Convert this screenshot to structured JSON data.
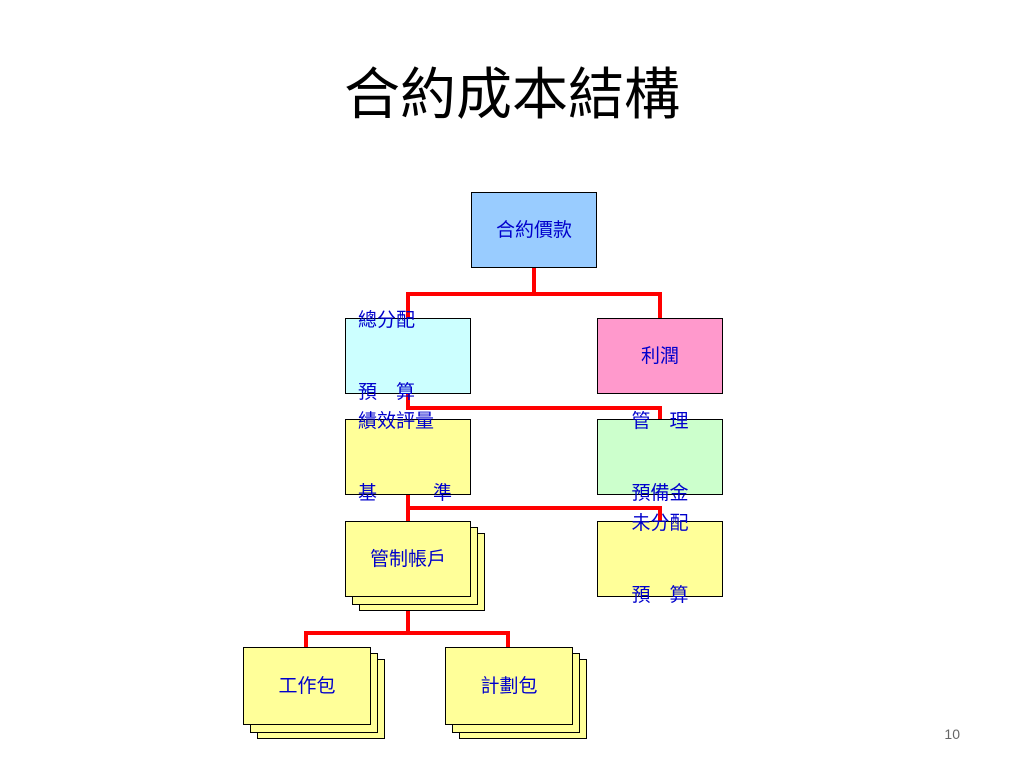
{
  "title": "合約成本結構",
  "page_number": "10",
  "colors": {
    "connector": "#ff0000",
    "blue_node": "#99ccff",
    "cyan_node": "#ccffff",
    "pink_node": "#ff99cc",
    "yellow_node": "#ffff99",
    "green_node": "#ccffcc",
    "node_text": "#0000cc"
  },
  "nodes": {
    "contract_price": "合約價款",
    "total_budget_line1": "總分配",
    "total_budget_line2": "預　算",
    "profit": "利潤",
    "baseline_line1": "績效評量",
    "baseline_line2_a": "基",
    "baseline_line2_b": "準",
    "reserve_line1": "管　理",
    "reserve_line2": "預備金",
    "control_account": "管制帳戶",
    "undistributed_line1": "未分配",
    "undistributed_line2": "預　算",
    "work_package": "工作包",
    "planning_package": "計劃包"
  }
}
